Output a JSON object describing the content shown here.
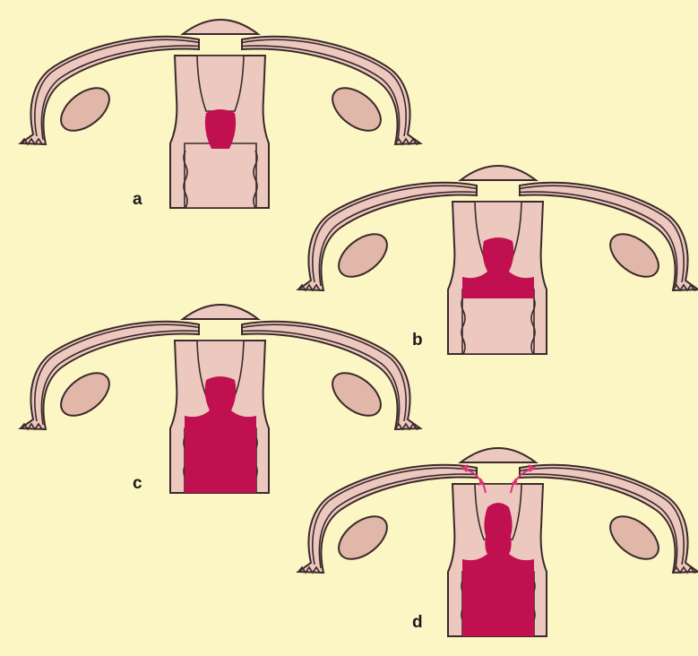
{
  "background_color": "#fcf5c4",
  "colors": {
    "tissue": "#ecc8bf",
    "ovary": "#e1b7aa",
    "outline": "#3a2a2a",
    "highlight": "#c0104f",
    "arrow": "#e0317a",
    "label": "#1a1a1a"
  },
  "panels": [
    {
      "label": "a",
      "fill_stage": 1,
      "arrows": false
    },
    {
      "label": "b",
      "fill_stage": 2,
      "arrows": false
    },
    {
      "label": "c",
      "fill_stage": 3,
      "arrows": false
    },
    {
      "label": "d",
      "fill_stage": 4,
      "arrows": true
    }
  ]
}
